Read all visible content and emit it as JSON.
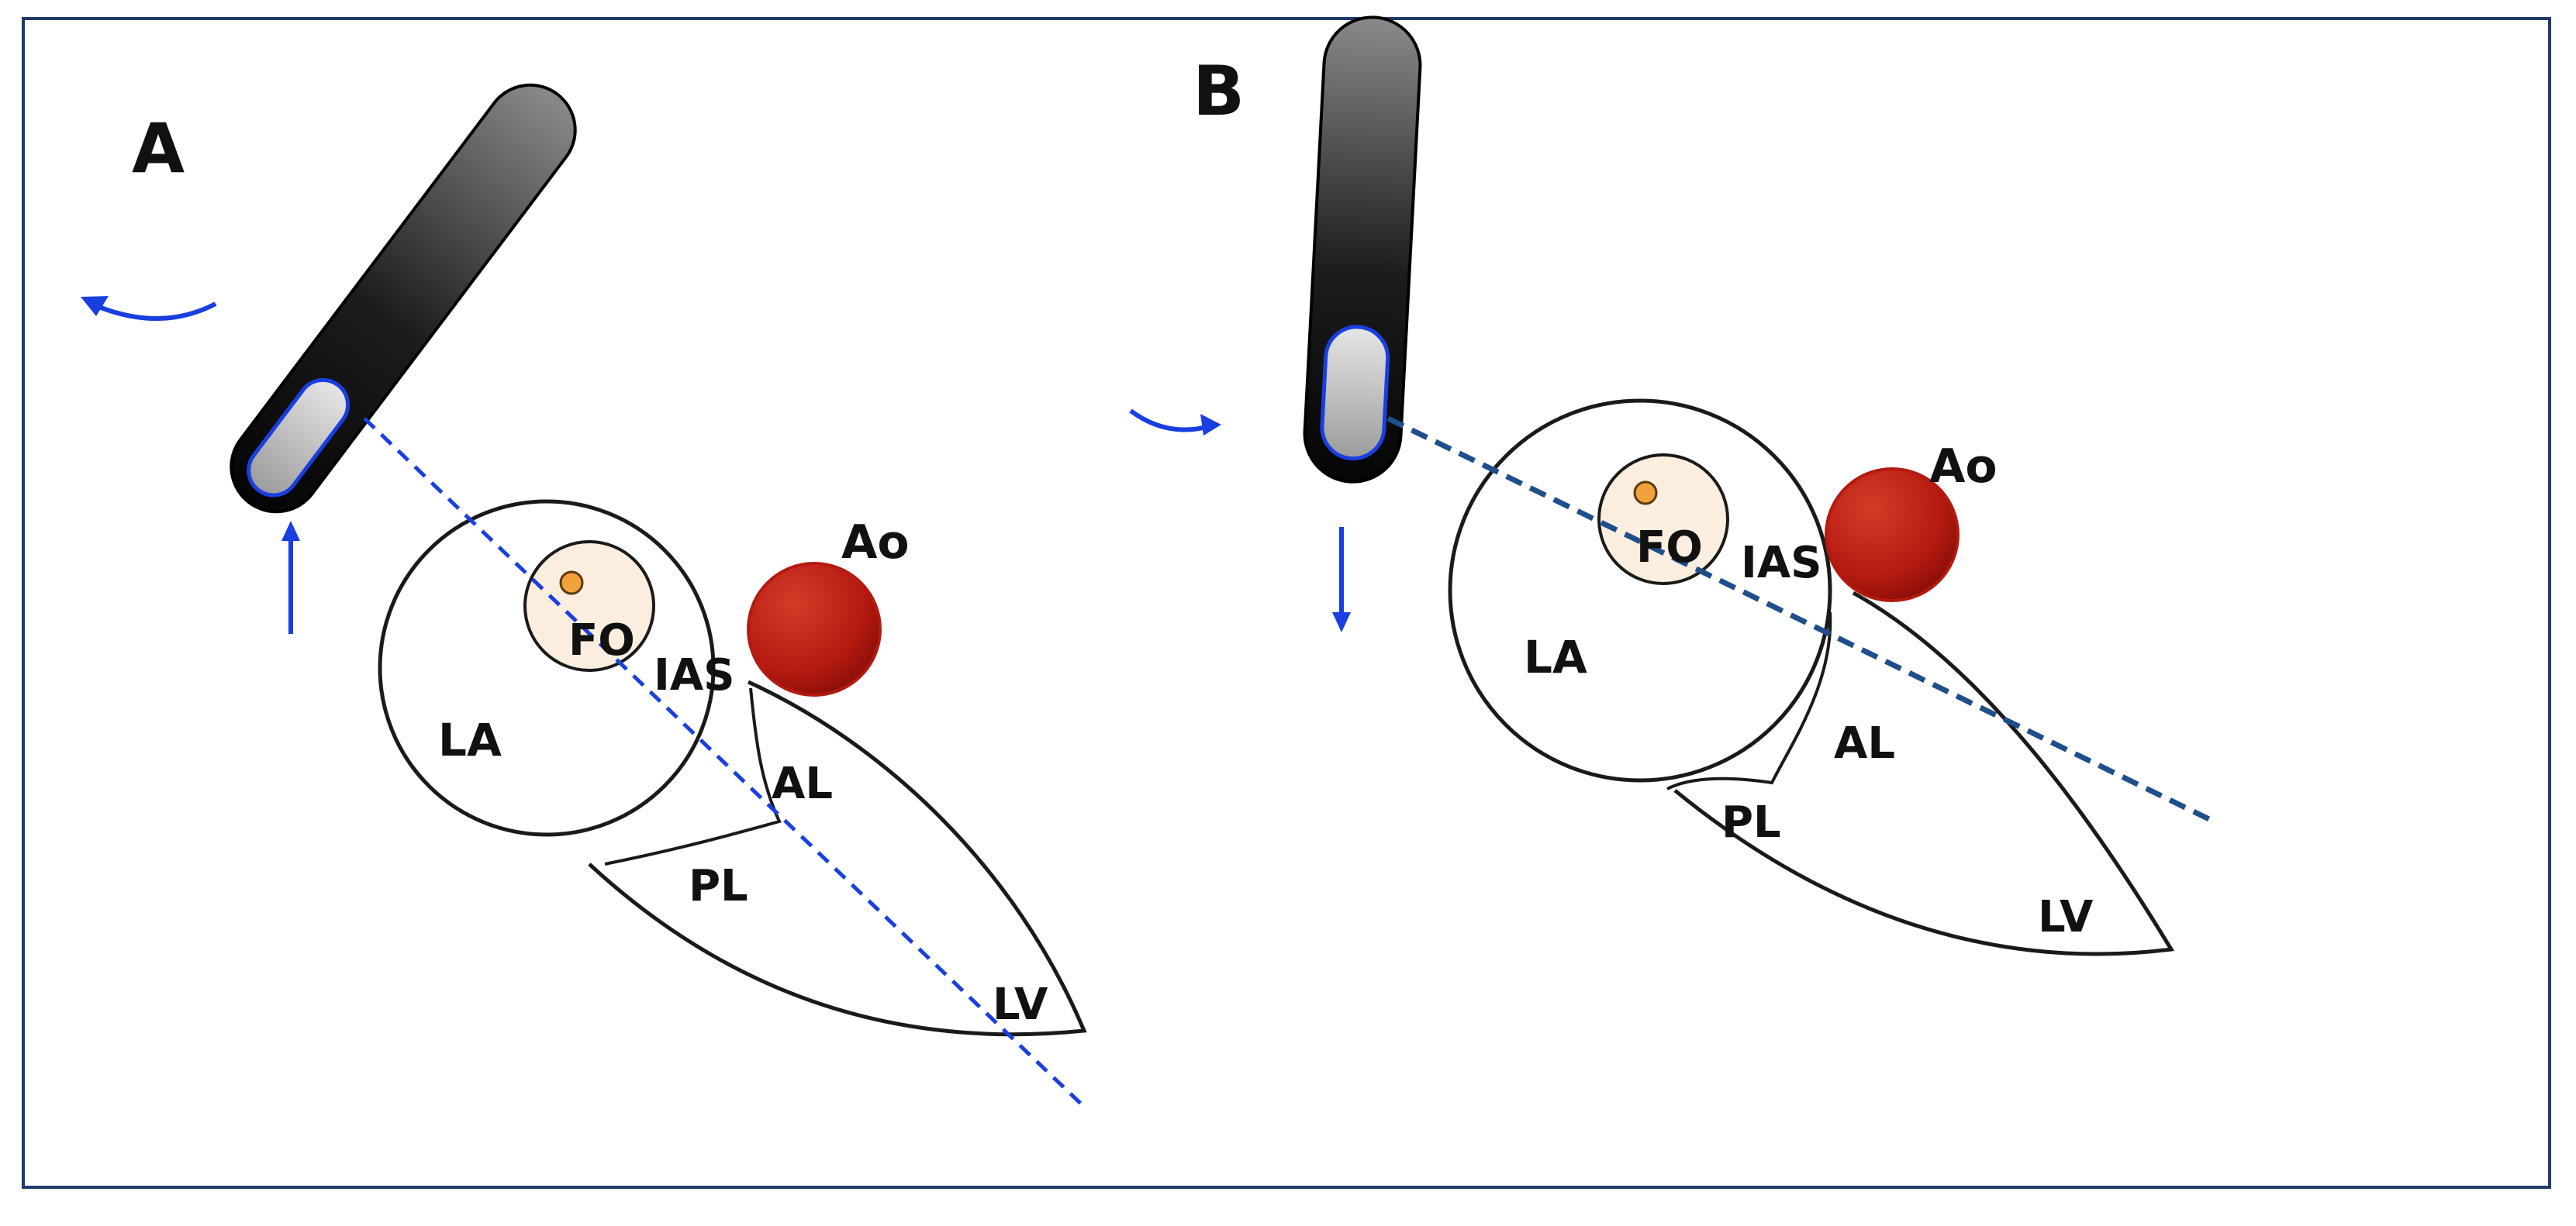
{
  "panels": [
    {
      "id": "A",
      "label": "A",
      "structures": {
        "fo": "FO",
        "ias": "IAS",
        "ao": "Ao",
        "la": "LA",
        "al": "AL",
        "pl": "PL",
        "lv": "LV"
      }
    },
    {
      "id": "B",
      "label": "B",
      "structures": {
        "fo": "FO",
        "ias": "IAS",
        "ao": "Ao",
        "la": "LA",
        "al": "AL",
        "pl": "PL",
        "lv": "LV"
      }
    }
  ],
  "colors": {
    "border": "#1f3a6b",
    "aorta": "#b41a10",
    "fossa": "#fbeede",
    "fossa_dot": "#f2a23a",
    "arrow": "#1a3fe0",
    "scan_line_a": "#1a3fe0",
    "scan_line_b": "#1f4e8c",
    "probe_dark": "#0d0d0d",
    "probe_light": "#8a8a8a",
    "probe_tip_outline": "#1a3fe0"
  },
  "icons": [
    "echo-probe",
    "rotation-arrow",
    "translation-arrow"
  ]
}
